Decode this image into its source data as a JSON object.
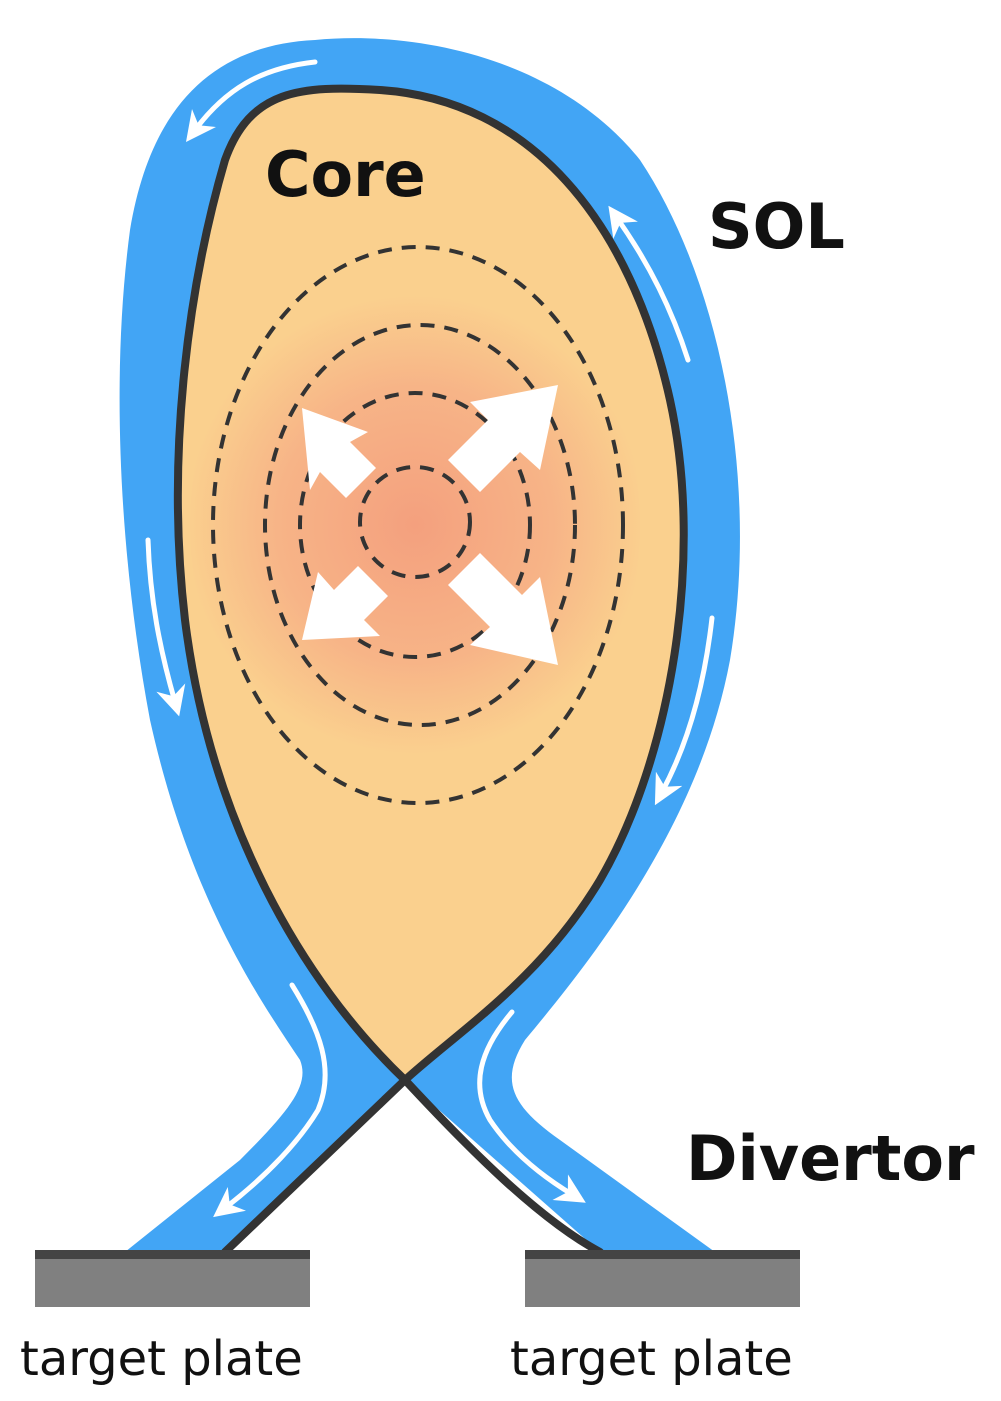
{
  "labels": {
    "core": "Core",
    "sol": "SOL",
    "divertor": "Divertor",
    "target_plate_left": "target plate",
    "target_plate_right": "target plate"
  },
  "colors": {
    "background": "#ffffff",
    "sol_band": "#42a5f5",
    "core_fill": "#fad08e",
    "core_center": "#f4a07e",
    "separatrix": "#333333",
    "flux_surface_dashes": "#333333",
    "arrows": "#ffffff",
    "target_plate_top": "#444444",
    "target_plate_body": "#808080"
  },
  "icons": {
    "flow_arrows": "white-flow-arrow",
    "transport_arrows": "white-radial-arrow"
  }
}
